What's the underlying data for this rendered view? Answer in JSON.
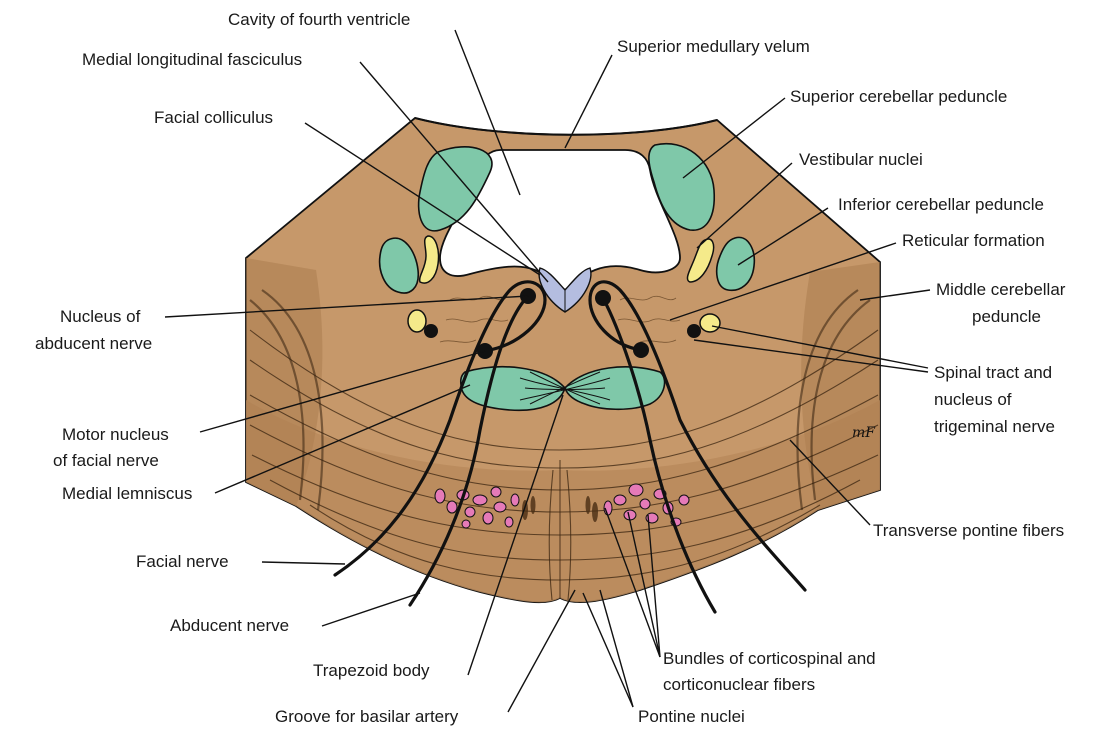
{
  "labels": {
    "cavity": "Cavity of fourth ventricle",
    "mlf": "Medial longitudinal fasciculus",
    "facial_colliculus": "Facial colliculus",
    "sup_velum": "Superior medullary velum",
    "sup_peduncle": "Superior cerebellar peduncle",
    "vestibular": "Vestibular nuclei",
    "inf_peduncle": "Inferior cerebellar peduncle",
    "reticular": "Reticular formation",
    "middle_peduncle_1": "Middle cerebellar",
    "middle_peduncle_2": "peduncle",
    "abducent_nucleus_1": "Nucleus of",
    "abducent_nucleus_2": "abducent nerve",
    "spinal_1": "Spinal tract and",
    "spinal_2": "nucleus of",
    "spinal_3": "trigeminal nerve",
    "motor_facial_1": "Motor nucleus",
    "motor_facial_2": "of facial nerve",
    "medial_lemniscus": "Medial lemniscus",
    "transverse_fibers": "Transverse pontine fibers",
    "facial_nerve": "Facial nerve",
    "abducent_nerve": "Abducent nerve",
    "bundles_1": "Bundles of corticospinal and",
    "bundles_2": "corticonuclear fibers",
    "trapezoid": "Trapezoid body",
    "groove": "Groove for basilar artery",
    "pontine_nuclei": "Pontine nuclei"
  },
  "signature": "mF",
  "colors": {
    "tegmentum": "#c6986a",
    "basilar": "#b88a5c",
    "peduncle_green": "#7fc8a9",
    "vestibular_yellow": "#f5ea8a",
    "colliculus_blue": "#b4bde0",
    "pontine_pink": "#e57ab8",
    "outline": "#111111"
  }
}
